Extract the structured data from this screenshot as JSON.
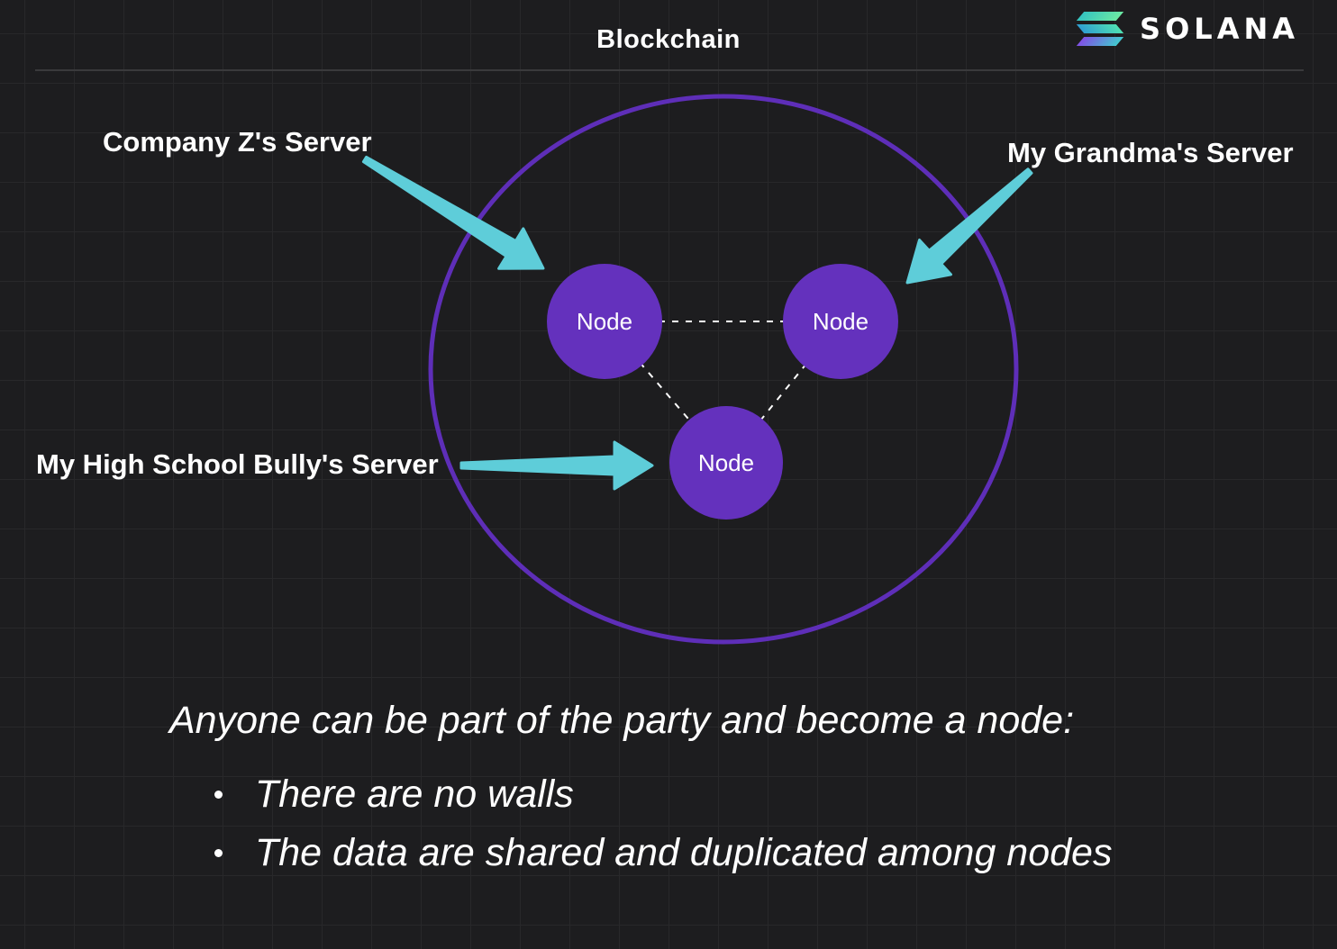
{
  "header": {
    "title": "Blockchain",
    "logo": {
      "icon": "solana-bars-icon",
      "wordmark": "SOLANA"
    }
  },
  "diagram": {
    "nodes": [
      {
        "label": "Node"
      },
      {
        "label": "Node"
      },
      {
        "label": "Node"
      }
    ],
    "annotations": [
      {
        "label": "Company Z's Server"
      },
      {
        "label": "My Grandma's Server"
      },
      {
        "label": "My High School Bully's Server"
      }
    ]
  },
  "notes": {
    "lead": "Anyone can be part of the party and become a node:",
    "bullets": [
      "There are no walls",
      "The data are shared and duplicated among nodes"
    ]
  },
  "colors": {
    "background": "#1d1d1f",
    "grid_line": "#28282a",
    "boundary_purple": "#5e2eb8",
    "node_purple": "#6431bd",
    "arrow_teal": "#5ecdd9",
    "text": "#ffffff"
  }
}
